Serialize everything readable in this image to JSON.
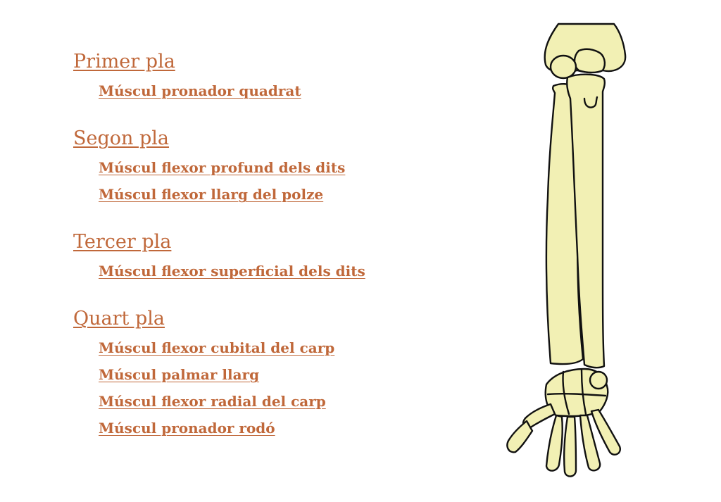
{
  "sections": [
    {
      "title": "Primer pla",
      "items": [
        "Múscul pronador quadrat"
      ]
    },
    {
      "title": "Segon pla",
      "items": [
        "Múscul flexor profund dels dits",
        "Múscul flexor llarg del polze"
      ]
    },
    {
      "title": "Tercer pla",
      "items": [
        "Múscul flexor superficial dels dits"
      ]
    },
    {
      "title": "Quart pla",
      "items": [
        "Múscul flexor cubital del carp",
        "Múscul palmar llarg",
        "Múscul flexor radial del carp",
        "Múscul pronador rodó"
      ]
    }
  ],
  "colors": {
    "link": "#c0683a",
    "bone_fill": "#f2f0b4",
    "bone_stroke": "#111111"
  }
}
